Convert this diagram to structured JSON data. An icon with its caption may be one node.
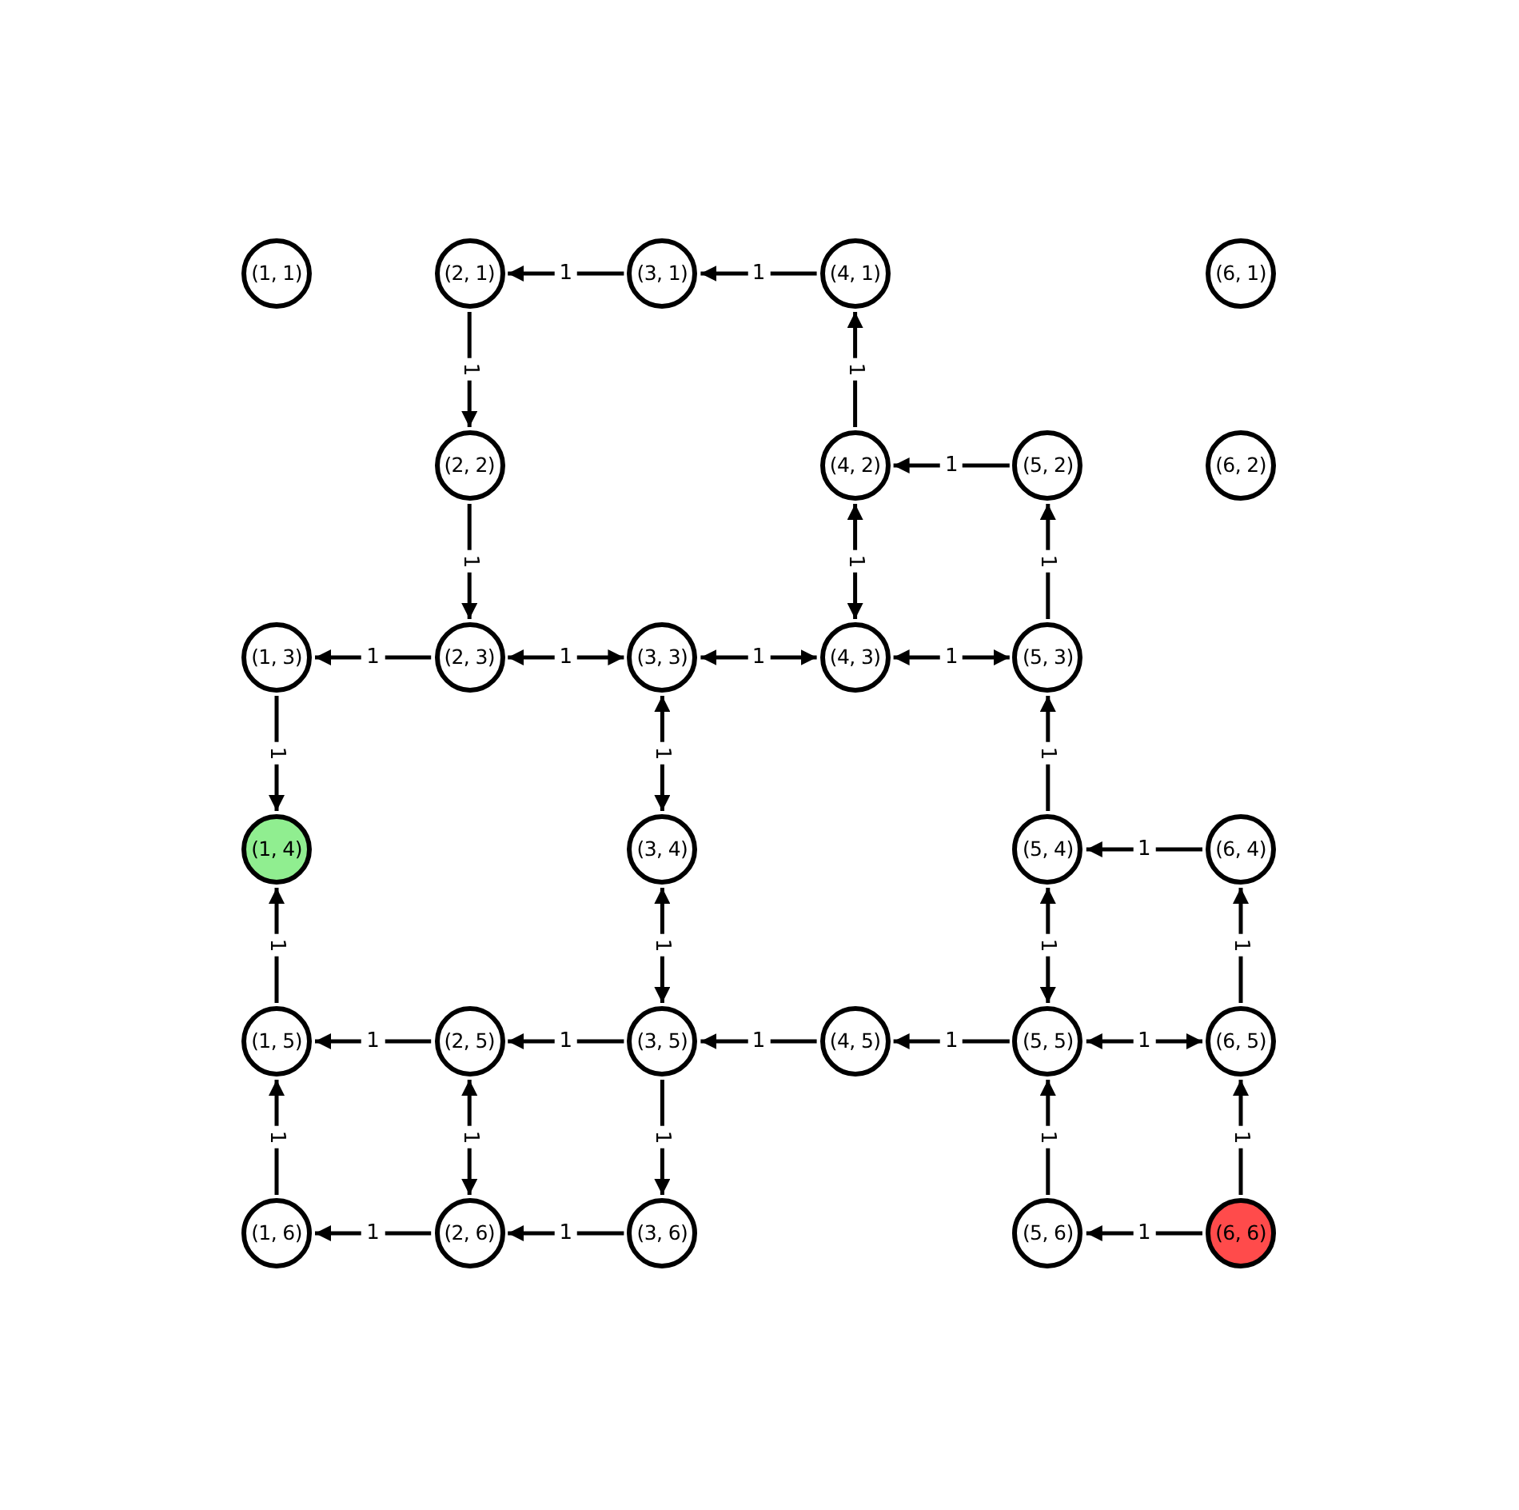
{
  "diagram": {
    "nodes": [
      {
        "text": [
          "(1, 1)"
        ]
      },
      {
        "text": [
          "(2, 1)"
        ]
      },
      {
        "text": [
          "(3, 1)"
        ]
      },
      {
        "text": [
          "(4, 1)"
        ]
      },
      {
        "text": [
          "(6, 1)"
        ]
      },
      {
        "text": [
          "(2, 2)"
        ]
      },
      {
        "text": [
          "(4, 2)"
        ]
      },
      {
        "text": [
          "(5, 2)"
        ]
      },
      {
        "text": [
          "(6, 2)"
        ]
      },
      {
        "text": [
          "(1, 3)"
        ]
      },
      {
        "text": [
          "(2, 3)"
        ]
      },
      {
        "text": [
          "(3, 3)"
        ]
      },
      {
        "text": [
          "(4, 3)"
        ]
      },
      {
        "text": [
          "(5, 3)"
        ]
      },
      {
        "text": [
          "(1, 4)"
        ]
      },
      {
        "text": [
          "(3, 4)"
        ]
      },
      {
        "text": [
          "(5, 4)"
        ]
      },
      {
        "text": [
          "(6, 4)"
        ]
      },
      {
        "text": [
          "(1, 5)"
        ]
      },
      {
        "text": [
          "(2, 5)"
        ]
      },
      {
        "text": [
          "(3, 5)"
        ]
      },
      {
        "text": [
          "(4, 5)"
        ]
      },
      {
        "text": [
          "(5, 5)"
        ]
      },
      {
        "text": [
          "(6, 5)"
        ]
      },
      {
        "text": [
          "(1, 6)"
        ]
      },
      {
        "text": [
          "(2, 6)"
        ]
      },
      {
        "text": [
          "(3, 6)"
        ]
      },
      {
        "text": [
          "(5, 6)"
        ]
      },
      {
        "text": [
          "(6, 6)"
        ]
      }
    ],
    "edges": [
      {
        "from": 3,
        "to": 2,
        "arrow": "to",
        "label": "1"
      },
      {
        "from": 2,
        "to": 1,
        "arrow": "to",
        "label": "1"
      },
      {
        "from": 1,
        "to": 5,
        "arrow": "to",
        "label": "1"
      },
      {
        "from": 5,
        "to": 10,
        "arrow": "to",
        "label": "1"
      },
      {
        "from": 6,
        "to": 3,
        "arrow": "to",
        "label": "1"
      },
      {
        "from": 7,
        "to": 6,
        "arrow": "to",
        "label": "1"
      },
      {
        "from": 12,
        "to": 6,
        "arrow": "both",
        "label": "1"
      },
      {
        "from": 13,
        "to": 7,
        "arrow": "to",
        "label": "1"
      },
      {
        "from": 10,
        "to": 9,
        "arrow": "to",
        "label": "1"
      },
      {
        "from": 10,
        "to": 11,
        "arrow": "both",
        "label": "1"
      },
      {
        "from": 11,
        "to": 12,
        "arrow": "both",
        "label": "1"
      },
      {
        "from": 12,
        "to": 13,
        "arrow": "both",
        "label": "1"
      },
      {
        "from": 9,
        "to": 14,
        "arrow": "to",
        "label": "1"
      },
      {
        "from": 11,
        "to": 15,
        "arrow": "both",
        "label": "1"
      },
      {
        "from": 16,
        "to": 13,
        "arrow": "to",
        "label": "1"
      },
      {
        "from": 17,
        "to": 16,
        "arrow": "to",
        "label": "1"
      },
      {
        "from": 15,
        "to": 20,
        "arrow": "both",
        "label": "1"
      },
      {
        "from": 16,
        "to": 22,
        "arrow": "both",
        "label": "1"
      },
      {
        "from": 23,
        "to": 17,
        "arrow": "to",
        "label": "1"
      },
      {
        "from": 19,
        "to": 18,
        "arrow": "to",
        "label": "1"
      },
      {
        "from": 20,
        "to": 19,
        "arrow": "to",
        "label": "1"
      },
      {
        "from": 21,
        "to": 20,
        "arrow": "to",
        "label": "1"
      },
      {
        "from": 22,
        "to": 21,
        "arrow": "to",
        "label": "1"
      },
      {
        "from": 22,
        "to": 23,
        "arrow": "both",
        "label": "1"
      },
      {
        "from": 18,
        "to": 14,
        "arrow": "to",
        "label": "1"
      },
      {
        "from": 20,
        "to": 26,
        "arrow": "to",
        "label": "1"
      },
      {
        "from": 24,
        "to": 18,
        "arrow": "to",
        "label": "1"
      },
      {
        "from": 25,
        "to": 19,
        "arrow": "both",
        "label": "1"
      },
      {
        "from": 26,
        "to": 25,
        "arrow": "to",
        "label": "1"
      },
      {
        "from": 25,
        "to": 24,
        "arrow": "to",
        "label": "1"
      },
      {
        "from": 27,
        "to": 22,
        "arrow": "to",
        "label": "1"
      },
      {
        "from": 28,
        "to": 27,
        "arrow": "to",
        "label": "1"
      },
      {
        "from": 28,
        "to": 23,
        "arrow": "to",
        "label": "1"
      }
    ]
  }
}
